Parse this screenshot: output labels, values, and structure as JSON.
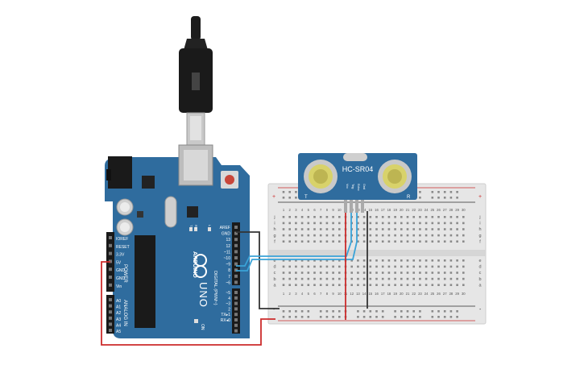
{
  "arduino": {
    "brand": "ARDUINO",
    "model": "UNO",
    "on_label": "ON",
    "power_header": "POWER",
    "analog_header": "ANALOG IN",
    "digital_header": "DIGITAL (PWM~)",
    "power_pins": [
      "IOREF",
      "RESET",
      "3.3V",
      "5V",
      "GND",
      "GND",
      "Vin"
    ],
    "analog_pins": [
      "A0",
      "A1",
      "A2",
      "A3",
      "A4",
      "A5"
    ],
    "digital_pins": [
      "AREF",
      "GND",
      "13",
      "12",
      "~11",
      "~10",
      "~9",
      "8",
      "7",
      "~6",
      "~5",
      "4",
      "~3",
      "2",
      "TX▸1",
      "RX◂0"
    ],
    "led_labels": [
      "TX",
      "RX",
      "L"
    ]
  },
  "sensor": {
    "model": "HC-SR04",
    "left_mark": "T",
    "right_mark": "R",
    "pins": [
      "Vcc",
      "Trig",
      "Echo",
      "Gnd"
    ]
  },
  "breadboard": {
    "top_row_letters": [
      "j",
      "i",
      "h",
      "g",
      "f"
    ],
    "bottom_row_letters": [
      "e",
      "d",
      "c",
      "b",
      "a"
    ],
    "column_numbers": [
      "1",
      "2",
      "3",
      "4",
      "5",
      "6",
      "7",
      "8",
      "9",
      "10",
      "11",
      "12",
      "13",
      "14",
      "15",
      "16",
      "17",
      "18",
      "19",
      "20",
      "21",
      "22",
      "23",
      "24",
      "25",
      "26",
      "27",
      "28",
      "29",
      "30"
    ],
    "rail_plus": "+",
    "rail_minus": "-"
  },
  "colors": {
    "board": "#2f6c9e",
    "wire_red": "#cc2b2b",
    "wire_black": "#333333",
    "wire_blue": "#3aa3d8"
  }
}
